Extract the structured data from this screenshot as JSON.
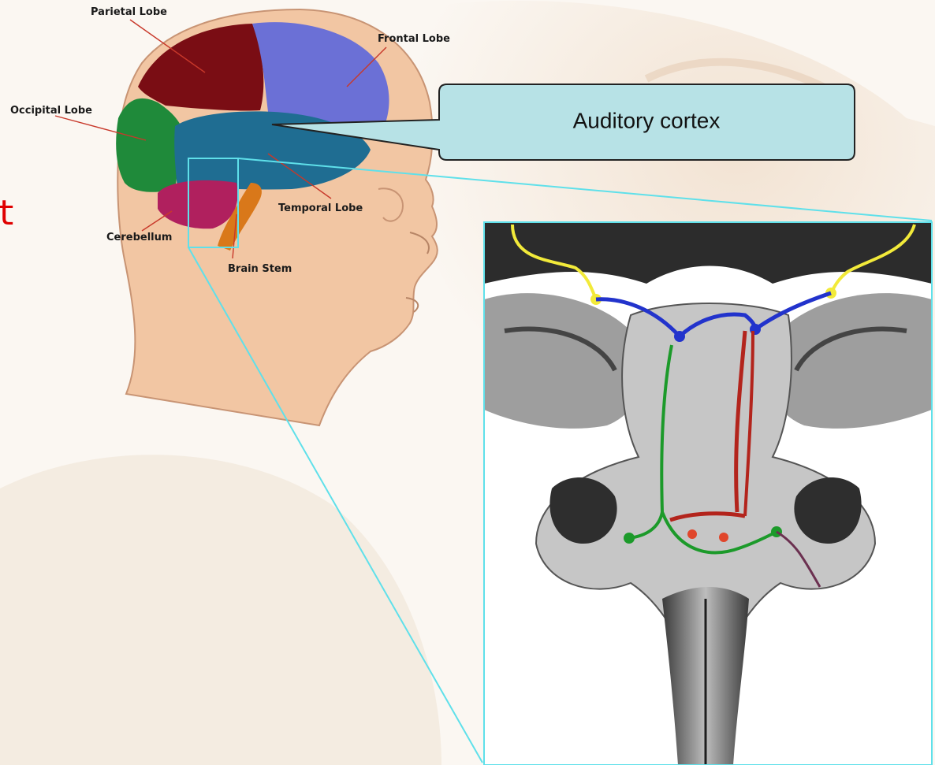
{
  "labels": {
    "parietal": "Parietal Lobe",
    "frontal": "Frontal Lobe",
    "occipital": "Occipital Lobe",
    "temporal": "Temporal Lobe",
    "cerebellum": "Cerebellum",
    "brainstem": "Brain Stem"
  },
  "callout": {
    "text": "Auditory cortex"
  },
  "clipped_text": "t",
  "colors": {
    "parietal": "#7a0d14",
    "frontal": "#6b70d6",
    "occipital": "#1f8a3a",
    "temporal": "#1f6d92",
    "cerebellum": "#b0205e",
    "brainstem": "#d9781a",
    "skin": "#f2c6a3",
    "callout_fill": "#b7e2e6",
    "zoom_outline": "#5fe0ea",
    "pathway_yellow": "#f2ea3a",
    "pathway_blue": "#2233cc",
    "pathway_green": "#1c9a2a",
    "pathway_red": "#b3241c"
  }
}
